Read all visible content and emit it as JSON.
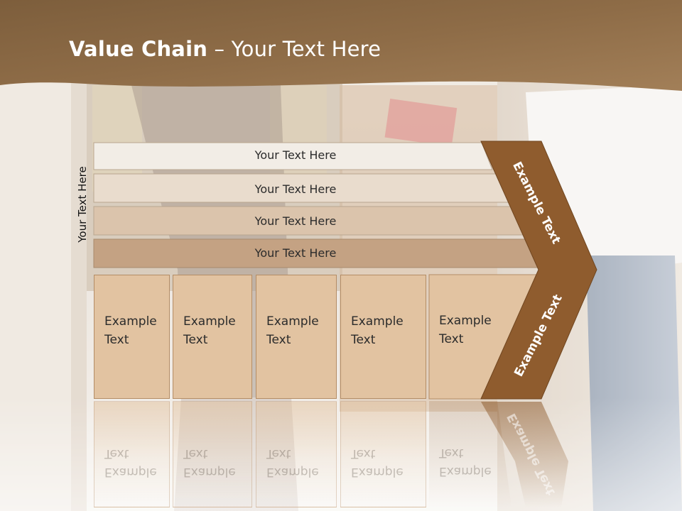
{
  "slide": {
    "title_bold": "Value Chain",
    "title_rest": " – Your Text Here"
  },
  "vertical_label": "Your Text Here",
  "bars": [
    {
      "label": "Your Text Here",
      "color": "#f2ede6"
    },
    {
      "label": "Your Text Here",
      "color": "#e9dccd"
    },
    {
      "label": "Your Text Here",
      "color": "#dbc4ac"
    },
    {
      "label": "Your Text Here",
      "color": "#c4a283"
    }
  ],
  "boxes": [
    {
      "label": "Example\nText"
    },
    {
      "label": "Example\nText"
    },
    {
      "label": "Example\nText"
    },
    {
      "label": "Example\nText"
    },
    {
      "label": "Example\nText"
    }
  ],
  "chevron": {
    "upper_label": "Example Text",
    "lower_label": "Example Text",
    "color": "#8f5c2e"
  },
  "colors": {
    "header": "#8a6a45",
    "box_fill": "#e2c3a1",
    "box_border": "#b48d66"
  }
}
